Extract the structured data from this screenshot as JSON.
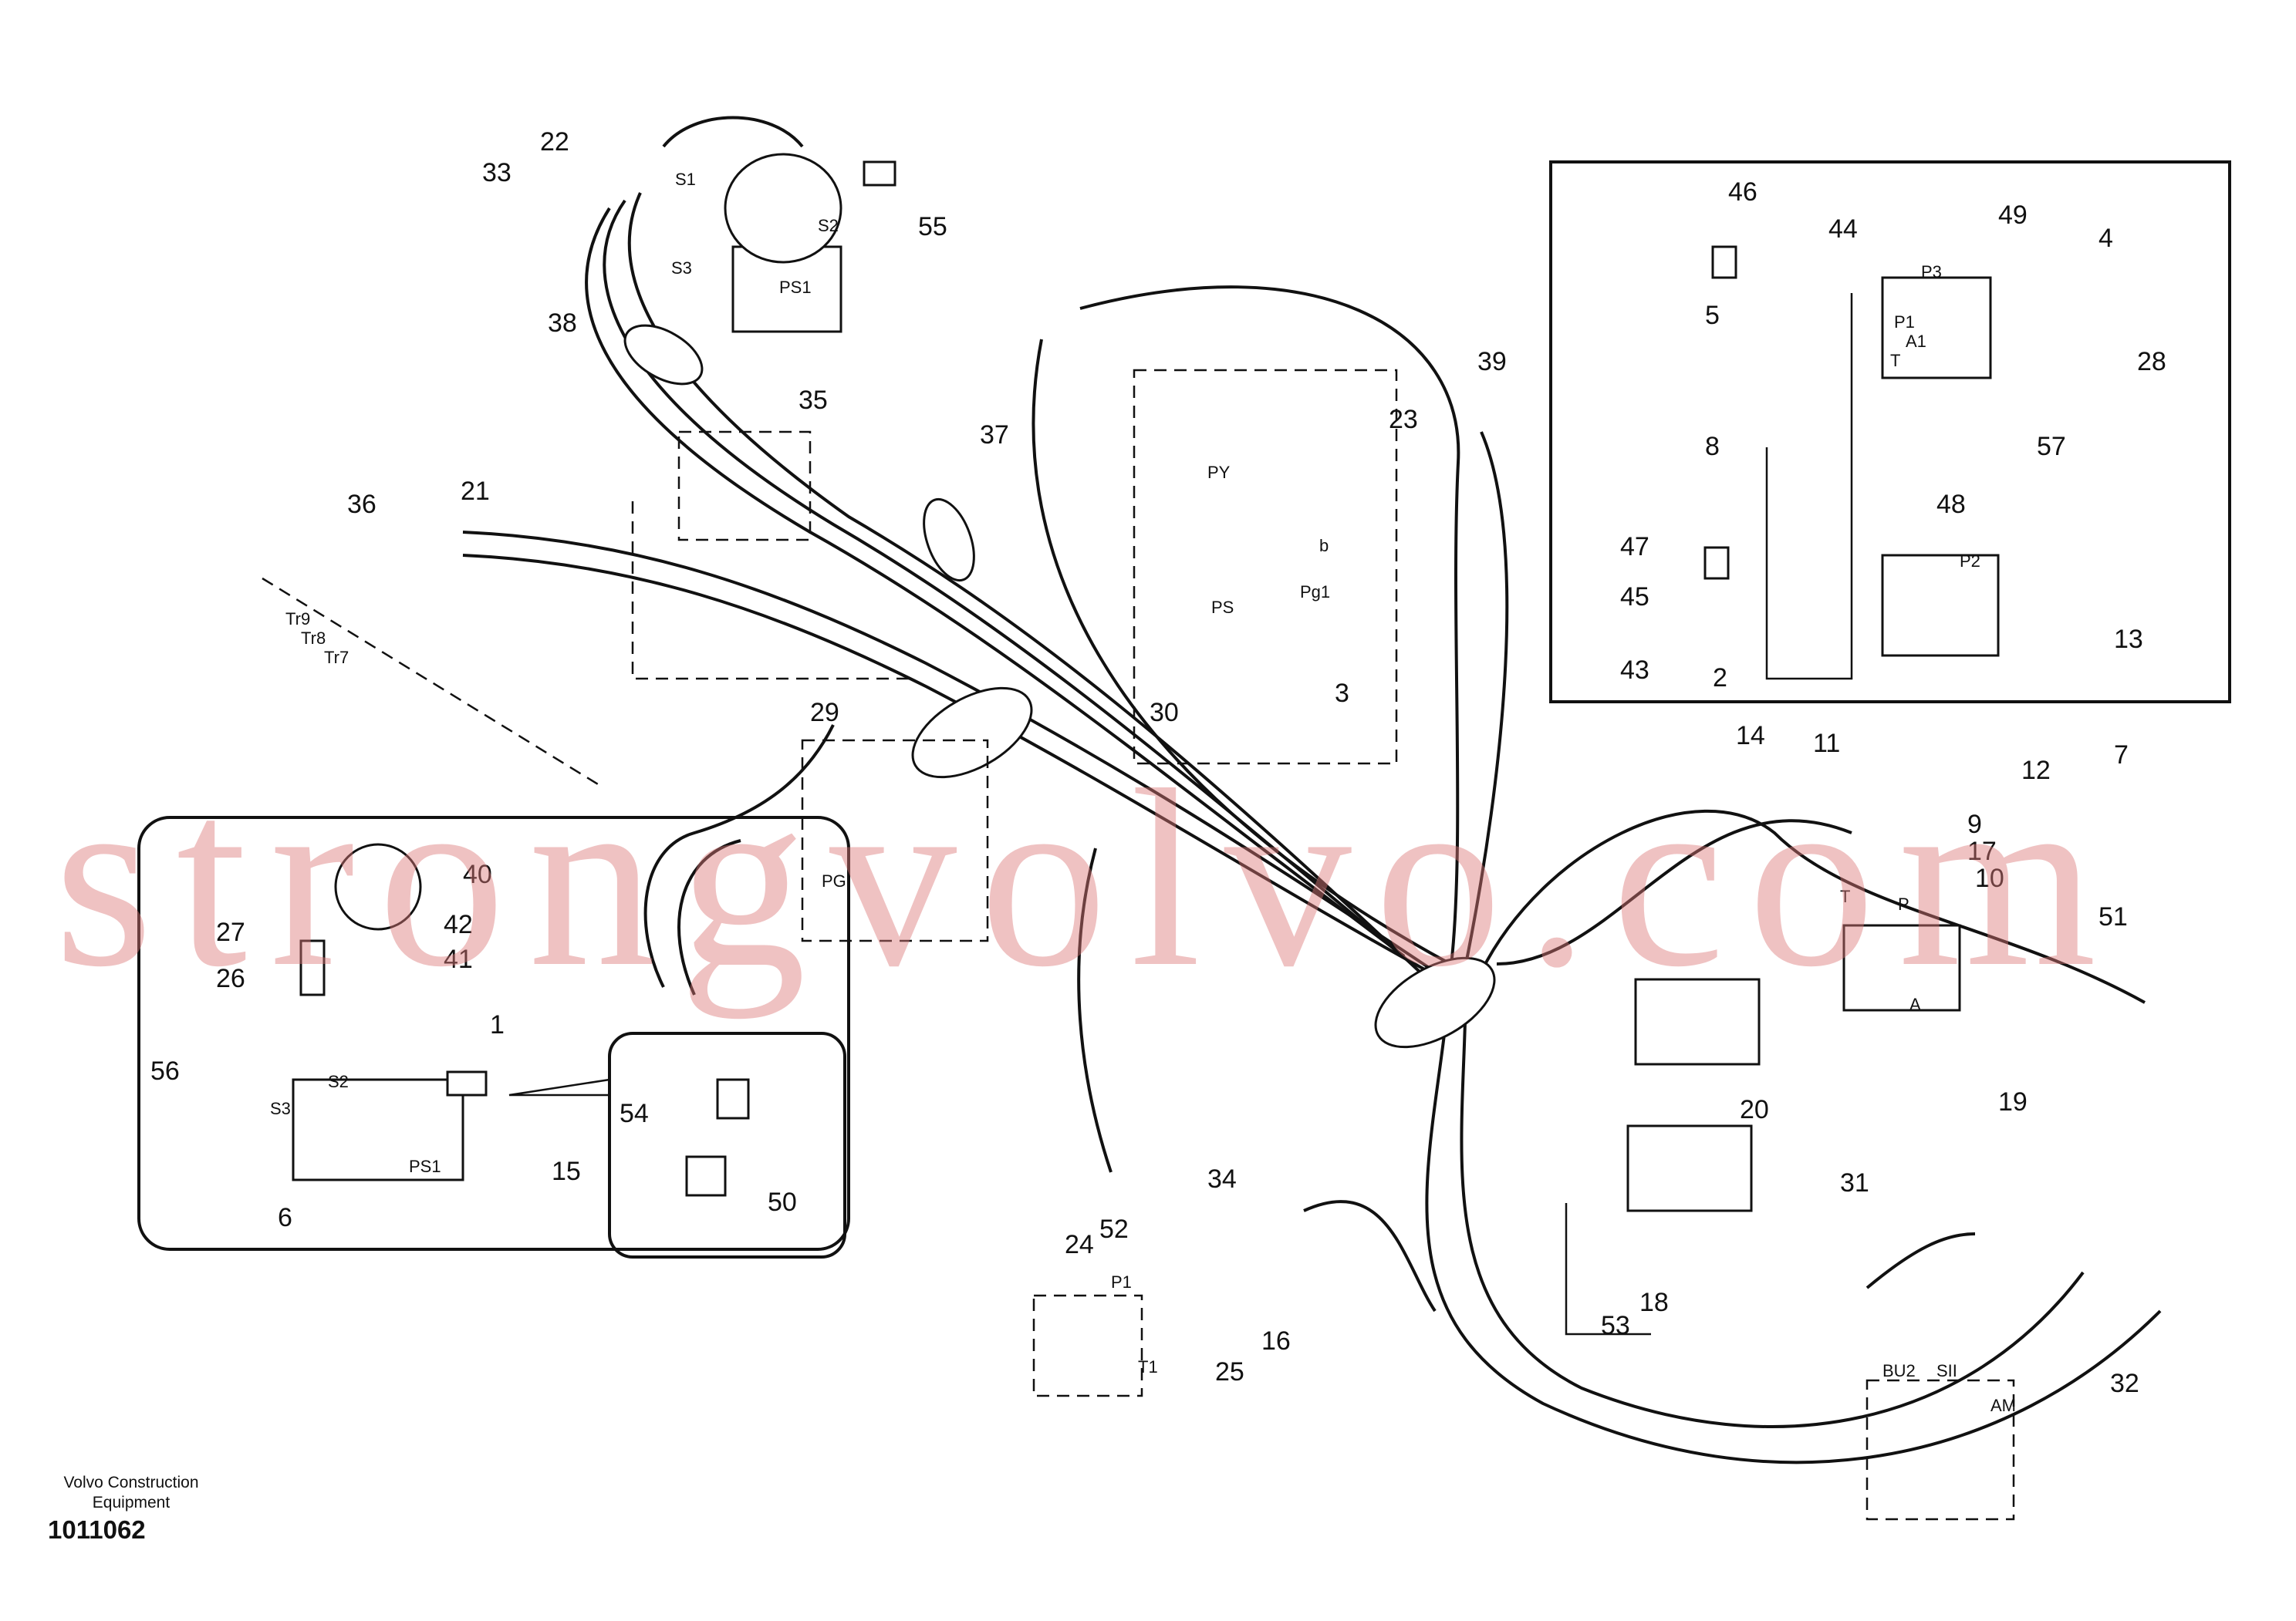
{
  "footer": {
    "brand_line1": "Volvo Construction",
    "brand_line2": "Equipment",
    "drawing_number": "1011062"
  },
  "watermark": "strongvolvo.com",
  "port_labels": [
    "S1",
    "S2",
    "S3",
    "PS1",
    "PY",
    "PS",
    "Pg1",
    "b",
    "Tr9",
    "Tr8",
    "Tr7",
    "PG",
    "P1",
    "T1",
    "T",
    "P",
    "A",
    "BU2",
    "SII",
    "AM",
    "P2",
    "P3",
    "P1",
    "T",
    "A1",
    "S2",
    "S3",
    "PS1"
  ],
  "callouts": [
    "1",
    "2",
    "3",
    "4",
    "5",
    "6",
    "7",
    "8",
    "9",
    "10",
    "11",
    "12",
    "13",
    "14",
    "15",
    "16",
    "17",
    "18",
    "19",
    "20",
    "21",
    "22",
    "23",
    "24",
    "25",
    "26",
    "27",
    "28",
    "29",
    "30",
    "31",
    "32",
    "33",
    "34",
    "35",
    "36",
    "37",
    "38",
    "39",
    "40",
    "41",
    "42",
    "43",
    "44",
    "45",
    "46",
    "47",
    "48",
    "49",
    "50",
    "51",
    "52",
    "53",
    "54",
    "55",
    "56",
    "57"
  ]
}
